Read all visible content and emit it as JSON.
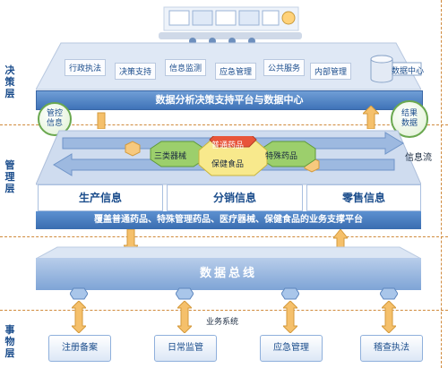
{
  "layers": {
    "decision": "决策层",
    "management": "管理层",
    "business": "事物层"
  },
  "decision_functions": [
    "行政执法",
    "决策支持",
    "信息监测",
    "应急管理",
    "公共服务",
    "内部管理"
  ],
  "data_center": "数据中心",
  "decision_platform": "数据分析决策支持平台与数据中心",
  "control_info": "管控信息",
  "result_data": "结果数据",
  "hex_center": {
    "top": "普通药品",
    "left": "三类器械",
    "center": "保健食品",
    "right": "特殊药品"
  },
  "info_flow": "信息流",
  "info_boxes": [
    "生产信息",
    "分销信息",
    "零售信息"
  ],
  "management_platform": "覆盖普通药品、特殊管理药品、医疗器械、保健食品的业务支撑平台",
  "data_bus": "数据总线",
  "business_systems": "业务系统",
  "affair_boxes": [
    "注册备案",
    "日常监管",
    "应急管理",
    "稽查执法"
  ],
  "colors": {
    "accent_blue": "#3f73b8",
    "light_blue": "#b8cdea",
    "orange_arrow": "#f5c06b",
    "green": "#6aa84f",
    "red_hex": "#e8553a"
  }
}
